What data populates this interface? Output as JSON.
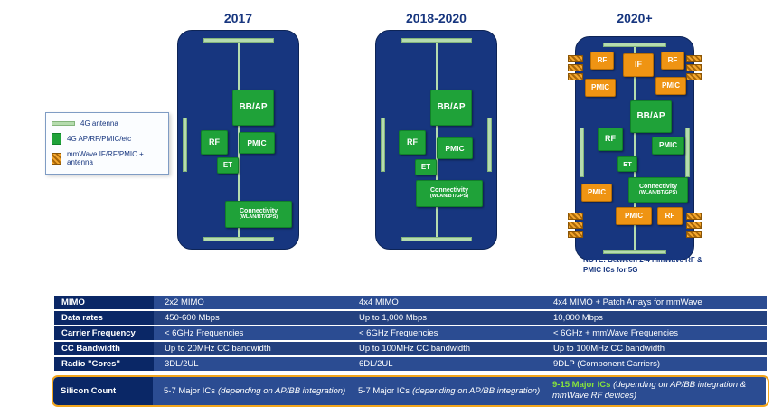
{
  "title_columns": [
    "2017",
    "2018-2020",
    "2020+"
  ],
  "legend": {
    "items": [
      {
        "label": "4G antenna"
      },
      {
        "label": "4G AP/RF/PMIC/etc"
      },
      {
        "label": "mmWave IF/RF/PMIC + antenna"
      }
    ]
  },
  "chips": {
    "bbap": "BB/AP",
    "rf": "RF",
    "pmic": "PMIC",
    "et": "ET",
    "if": "IF",
    "conn_title": "Connectivity",
    "conn_sub": "(WLAN/BT/GPS)"
  },
  "note": "NOTE: Between 2-4 mmWave RF & PMIC ICs for 5G",
  "table": {
    "rows": [
      {
        "label": "MIMO",
        "cells": [
          "2x2 MIMO",
          "4x4 MIMO",
          "4x4 MIMO + Patch Arrays for mmWave"
        ]
      },
      {
        "label": "Data rates",
        "cells": [
          "450-600 Mbps",
          "Up to 1,000 Mbps",
          "10,000 Mbps"
        ]
      },
      {
        "label": "Carrier Frequency",
        "cells": [
          "< 6GHz Frequencies",
          "< 6GHz Frequencies",
          "< 6GHz + mmWave Frequencies"
        ]
      },
      {
        "label": "CC Bandwidth",
        "cells": [
          "Up to 20MHz CC bandwidth",
          "Up to 100MHz CC bandwidth",
          "Up to 100MHz CC bandwidth"
        ]
      },
      {
        "label": "Radio \"Cores\"",
        "cells": [
          "3DL/2UL",
          "6DL/2UL",
          "9DLP (Component Carriers)"
        ]
      }
    ],
    "silicon": {
      "label": "Silicon Count",
      "cells": [
        {
          "main": "5-7 Major ICs",
          "detail": "(depending on AP/BB integration)"
        },
        {
          "main": "5-7 Major ICs",
          "detail": "(depending on AP/BB integration)"
        },
        {
          "main": "9-15 Major ICs",
          "detail": "(depending on AP/BB integration & mmWave RF devices)"
        }
      ]
    }
  },
  "colors": {
    "phone_body": "#17367f",
    "chip_green": "#1fa239",
    "chip_orange": "#ef9413",
    "antenna_green": "#b5dcae",
    "table_label_bg": "#0a2766",
    "highlight_border": "#f2a51c",
    "silicon_green_text": "#86e33c"
  }
}
